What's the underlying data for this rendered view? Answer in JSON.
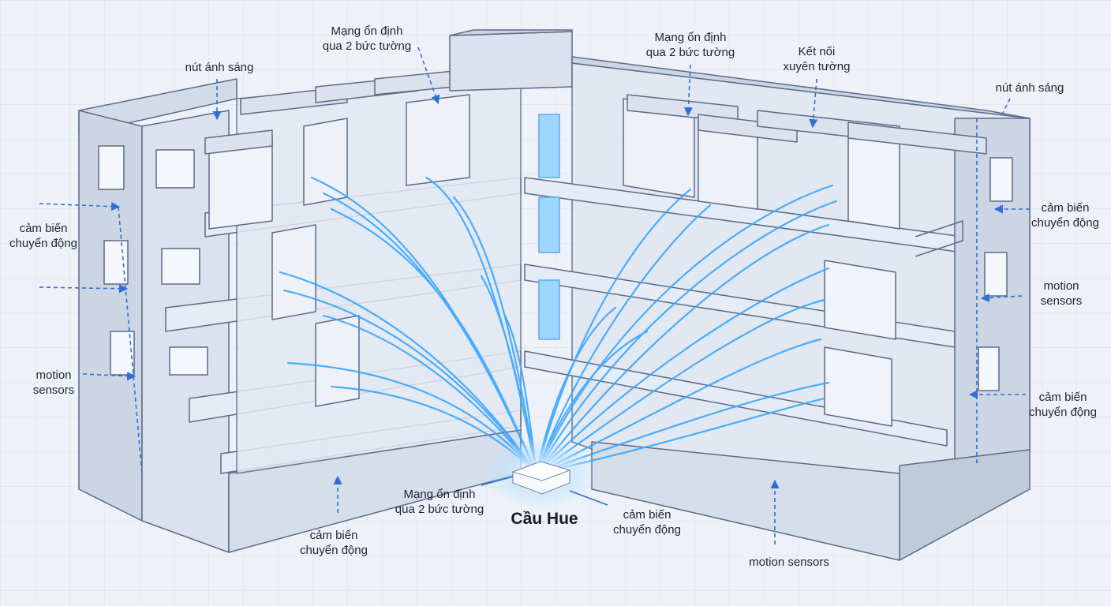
{
  "hub": {
    "name": "Cầu Hue"
  },
  "labels": {
    "top_left_light": "nút ánh sáng",
    "top_stable_1": "Mạng ổn định\nqua 2 bức tường",
    "top_stable_2": "Mạng ổn định\nqua 2 bức tường",
    "top_through_wall": "Kết nối\nxuyên tường",
    "top_right_light": "nút ánh sáng",
    "left_motion_vi": "cảm biến\nchuyển động",
    "left_motion_en": "motion\nsensors",
    "right_motion_vi_1": "cảm biến\nchuyển động",
    "right_motion_en": "motion\nsensors",
    "right_motion_vi_2": "cảm biến\nchuyển động",
    "bottom_motion_vi": "cảm biến\nchuyển động",
    "bottom_stable": "Mạng ổn định\nqua 2 bức tường",
    "bottom_hub_motion_vi": "cảm biến\nchuyển động",
    "bottom_motion_en": "motion sensors"
  },
  "colors": {
    "signal": "#3aa6ff",
    "annotation": "#2f6fd6",
    "concrete": "#dfe6f1",
    "outline": "#5d6b86"
  }
}
